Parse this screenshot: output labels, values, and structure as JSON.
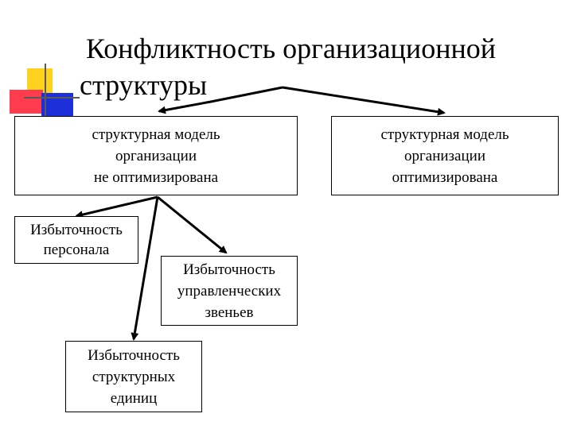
{
  "title": {
    "line1": "Конфликтность организационной",
    "line2": "структуры"
  },
  "boxes": {
    "not_optimized": [
      "структурная модель",
      "организации",
      "не оптимизирована"
    ],
    "optimized": [
      "структурная модель",
      "организации",
      "оптимизирована"
    ],
    "excess_staff": [
      "Избыточность",
      "персонала"
    ],
    "excess_management": [
      "Избыточность",
      "управленческих",
      "звеньев"
    ],
    "excess_units": [
      "Избыточность",
      "структурных",
      "единиц"
    ]
  },
  "colors": {
    "deco_yellow": "#ffd21f",
    "deco_red": "#ff3b4e",
    "deco_blue": "#1c2fd8"
  }
}
